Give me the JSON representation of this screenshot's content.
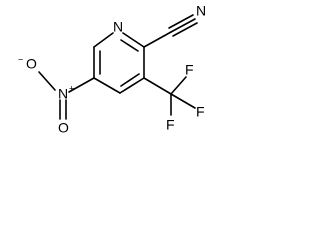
{
  "molecule": {
    "atoms": {
      "ring_n": "N",
      "nitrile_n": "N",
      "nitro_n": "N",
      "nitro_plus": "+",
      "nitro_o_top": "O",
      "nitro_o_bottom": "O",
      "nitro_o_minus": "−",
      "f_top": "F",
      "f_right": "F",
      "f_bottom": "F"
    }
  }
}
